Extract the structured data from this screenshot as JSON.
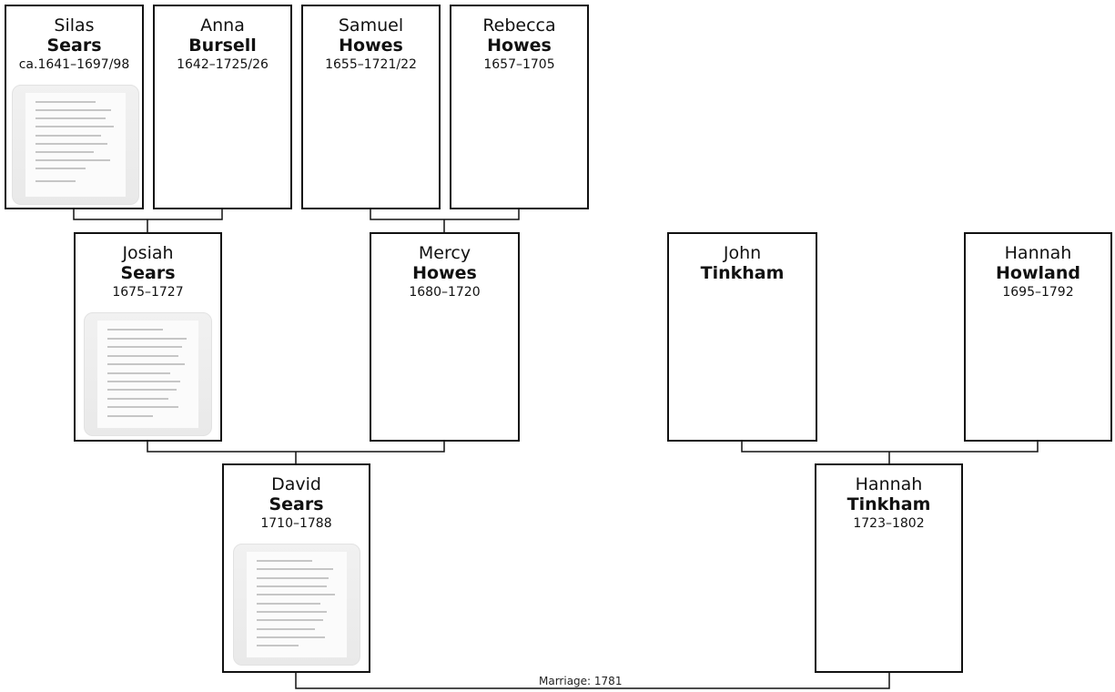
{
  "people": {
    "silas_sears": {
      "given": "Silas",
      "surname": "Sears",
      "dates": "ca.1641–1697/98"
    },
    "anna_bursell": {
      "given": "Anna",
      "surname": "Bursell",
      "dates": "1642–1725/26"
    },
    "samuel_howes": {
      "given": "Samuel",
      "surname": "Howes",
      "dates": "1655–1721/22"
    },
    "rebecca_howes": {
      "given": "Rebecca",
      "surname": "Howes",
      "dates": "1657–1705"
    },
    "josiah_sears": {
      "given": "Josiah",
      "surname": "Sears",
      "dates": "1675–1727"
    },
    "mercy_howes": {
      "given": "Mercy",
      "surname": "Howes",
      "dates": "1680–1720"
    },
    "john_tinkham": {
      "given": "John",
      "surname": "Tinkham",
      "dates": ""
    },
    "hannah_howland": {
      "given": "Hannah",
      "surname": "Howland",
      "dates": "1695–1792"
    },
    "david_sears": {
      "given": "David",
      "surname": "Sears",
      "dates": "1710–1788"
    },
    "hannah_tinkham": {
      "given": "Hannah",
      "surname": "Tinkham",
      "dates": "1723–1802"
    }
  },
  "marriage": {
    "label": "Marriage: 1781"
  }
}
